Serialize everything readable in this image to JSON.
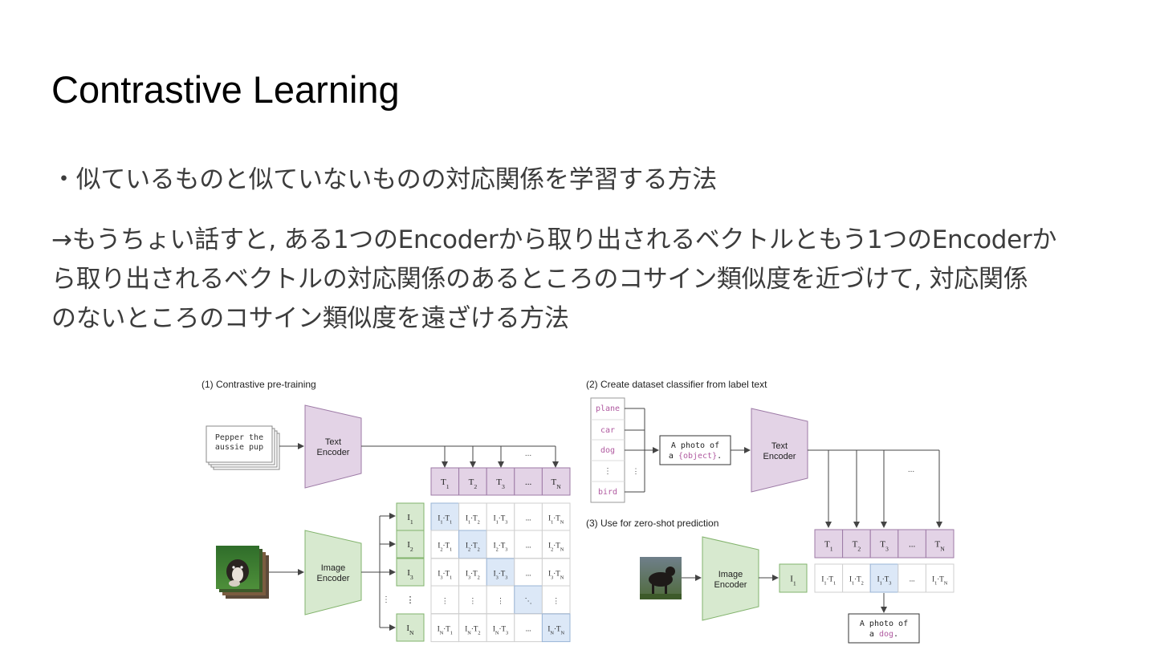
{
  "slide": {
    "title": "Contrastive Learning",
    "bullets": [
      "・似ているものと似ていないものの対応関係を学習する方法",
      "→もうちょい話すと, ある1つのEncoderから取り出されるベクトルともう1つのEncoderか",
      "ら取り出されるベクトルの対応関係のあるところのコサイン類似度を近づけて, 対応関係",
      "のないところのコサイン類似度を遠ざける方法"
    ]
  },
  "figure": {
    "colors": {
      "text_encoder": "#e3d3e6",
      "text_encoder_border": "#9d7aa6",
      "image_encoder": "#d7e9cf",
      "image_encoder_border": "#82b36c",
      "highlight": "#dce8f7",
      "highlight_border": "#9ab4d6",
      "label_pink": "#b05aa0"
    },
    "pretraining": {
      "label": "(1) Contrastive pre-training",
      "caption_card": [
        "Pepper the",
        "aussie pup"
      ],
      "text_encoder": [
        "Text",
        "Encoder"
      ],
      "image_encoder": [
        "Image",
        "Encoder"
      ],
      "dots": "...",
      "text_features": [
        {
          "base": "T",
          "sub": "1"
        },
        {
          "base": "T",
          "sub": "2"
        },
        {
          "base": "T",
          "sub": "3"
        },
        {
          "base": "...",
          "sub": ""
        },
        {
          "base": "T",
          "sub": "N"
        }
      ],
      "image_features": [
        {
          "base": "I",
          "sub": "1"
        },
        {
          "base": "I",
          "sub": "2"
        },
        {
          "base": "I",
          "sub": "3"
        },
        {
          "base": "⋮",
          "sub": ""
        },
        {
          "base": "I",
          "sub": "N"
        }
      ],
      "row_dots": "⋮",
      "matrix": [
        [
          {
            "a": "I",
            "as": "1",
            "b": "T",
            "bs": "1",
            "hl": true
          },
          {
            "a": "I",
            "as": "1",
            "b": "T",
            "bs": "2"
          },
          {
            "a": "I",
            "as": "1",
            "b": "T",
            "bs": "3"
          },
          {
            "t": "..."
          },
          {
            "a": "I",
            "as": "1",
            "b": "T",
            "bs": "N"
          }
        ],
        [
          {
            "a": "I",
            "as": "2",
            "b": "T",
            "bs": "1"
          },
          {
            "a": "I",
            "as": "2",
            "b": "T",
            "bs": "2",
            "hl": true
          },
          {
            "a": "I",
            "as": "2",
            "b": "T",
            "bs": "3"
          },
          {
            "t": "..."
          },
          {
            "a": "I",
            "as": "2",
            "b": "T",
            "bs": "N"
          }
        ],
        [
          {
            "a": "I",
            "as": "3",
            "b": "T",
            "bs": "1"
          },
          {
            "a": "I",
            "as": "3",
            "b": "T",
            "bs": "2"
          },
          {
            "a": "I",
            "as": "3",
            "b": "T",
            "bs": "3",
            "hl": true
          },
          {
            "t": "..."
          },
          {
            "a": "I",
            "as": "3",
            "b": "T",
            "bs": "N"
          }
        ],
        [
          {
            "t": "⋮"
          },
          {
            "t": "⋮"
          },
          {
            "t": "⋮"
          },
          {
            "t": "⋱",
            "hl": true
          },
          {
            "t": "⋮"
          }
        ],
        [
          {
            "a": "I",
            "as": "N",
            "b": "T",
            "bs": "1"
          },
          {
            "a": "I",
            "as": "N",
            "b": "T",
            "bs": "2"
          },
          {
            "a": "I",
            "as": "N",
            "b": "T",
            "bs": "3"
          },
          {
            "t": "..."
          },
          {
            "a": "I",
            "as": "N",
            "b": "T",
            "bs": "N",
            "hl": true
          }
        ]
      ]
    },
    "classifier": {
      "label": "(2) Create dataset classifier from label text",
      "labels": [
        "plane",
        "car",
        "dog",
        "⋮",
        "bird"
      ],
      "side_dots": "⋮",
      "template": [
        "A photo of",
        "a ",
        "{object}",
        "."
      ],
      "text_encoder": [
        "Text",
        "Encoder"
      ],
      "dots": "...",
      "text_features": [
        {
          "base": "T",
          "sub": "1"
        },
        {
          "base": "T",
          "sub": "2"
        },
        {
          "base": "T",
          "sub": "3"
        },
        {
          "base": "...",
          "sub": ""
        },
        {
          "base": "T",
          "sub": "N"
        }
      ]
    },
    "zeroshot": {
      "label": "(3) Use for zero-shot prediction",
      "image_encoder": [
        "Image",
        "Encoder"
      ],
      "image_feature": {
        "base": "I",
        "sub": "1"
      },
      "products": [
        {
          "a": "I",
          "as": "1",
          "b": "T",
          "bs": "1"
        },
        {
          "a": "I",
          "as": "1",
          "b": "T",
          "bs": "2"
        },
        {
          "a": "I",
          "as": "1",
          "b": "T",
          "bs": "3",
          "hl": true
        },
        {
          "t": "..."
        },
        {
          "a": "I",
          "as": "1",
          "b": "T",
          "bs": "N"
        }
      ],
      "result": [
        "A photo of",
        "a ",
        "dog",
        "."
      ]
    }
  }
}
